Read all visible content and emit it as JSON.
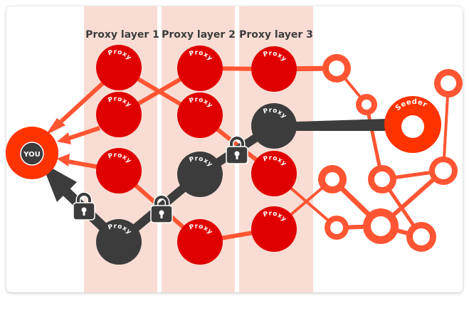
{
  "diagram": {
    "colors": {
      "layer_band": "#f9ddd4",
      "proxy_red": "#e00000",
      "proxy_dark": "#3c3c3c",
      "link_orange": "#ff5533",
      "you_ring": "#ff3300",
      "seeder": "#ff3300",
      "peer": "#ff5533",
      "lock": "#3c3c3c"
    },
    "layers": [
      {
        "label": "Proxy layer 1"
      },
      {
        "label": "Proxy layer 2"
      },
      {
        "label": "Proxy layer 3"
      }
    ],
    "proxy_label": "Proxy",
    "you_label": "YOU",
    "seeder_label": "Seeder",
    "proxies": [
      {
        "id": "l1r1",
        "layer": 1,
        "row": 1,
        "state": "open"
      },
      {
        "id": "l1r2",
        "layer": 1,
        "row": 2,
        "state": "open"
      },
      {
        "id": "l1r3",
        "layer": 1,
        "row": 3,
        "state": "open"
      },
      {
        "id": "l1r4",
        "layer": 1,
        "row": 4,
        "state": "secure-path"
      },
      {
        "id": "l2r1",
        "layer": 2,
        "row": 1,
        "state": "open"
      },
      {
        "id": "l2r2",
        "layer": 2,
        "row": 2,
        "state": "open"
      },
      {
        "id": "l2r3",
        "layer": 2,
        "row": 3,
        "state": "secure-path"
      },
      {
        "id": "l2r4",
        "layer": 2,
        "row": 4,
        "state": "open"
      },
      {
        "id": "l3r1",
        "layer": 3,
        "row": 1,
        "state": "open"
      },
      {
        "id": "l3r2",
        "layer": 3,
        "row": 2,
        "state": "secure-path"
      },
      {
        "id": "l3r3",
        "layer": 3,
        "row": 3,
        "state": "open"
      },
      {
        "id": "l3r4",
        "layer": 3,
        "row": 4,
        "state": "open"
      }
    ],
    "secure_path": [
      "seeder",
      "l3r2",
      "l2r3",
      "l1r4",
      "you"
    ],
    "locks": 3,
    "peers": 9
  }
}
